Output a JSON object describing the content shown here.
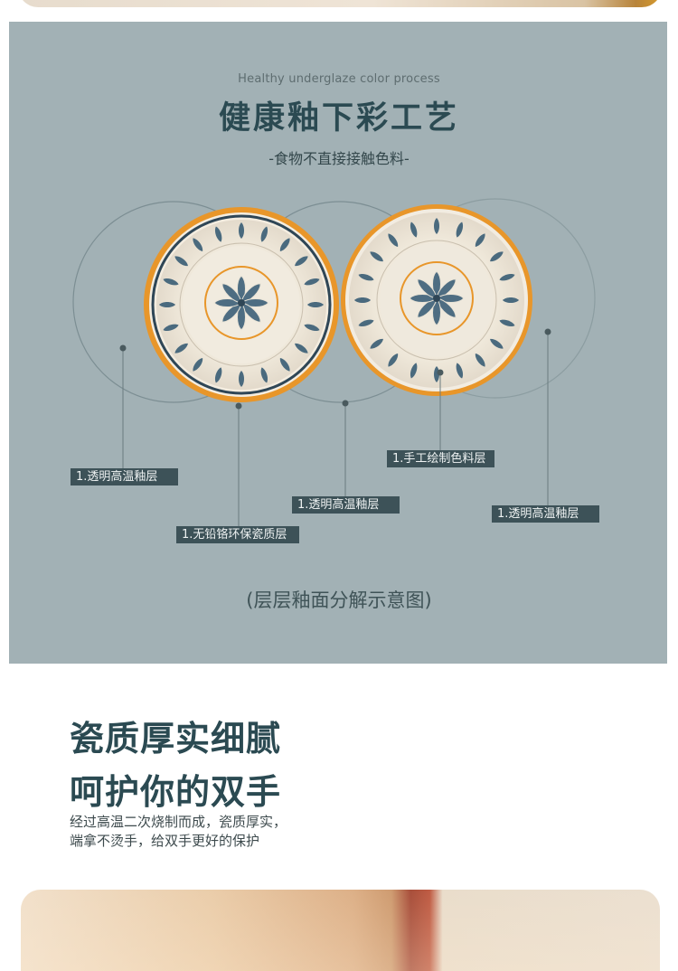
{
  "section1": {
    "subtitle_en": "Healthy underglaze color process",
    "title": "健康釉下彩工艺",
    "subtitle": "-食物不直接接触色料-",
    "labels": [
      "1.透明高温釉层",
      "1.无铅铬环保瓷质层",
      "1.透明高温釉层",
      "1.手工绘制色料层",
      "1.透明高温釉层"
    ],
    "caption": "(层层釉面分解示意图)",
    "colors": {
      "panel_bg": "#a2b1b5",
      "title": "#2b4a52",
      "label_bg": "#3d5258",
      "bowl_rim": "#e89a2a",
      "pattern_blue": "#4a6a7e"
    }
  },
  "section2": {
    "heading_line1": "瓷质厚实细腻",
    "heading_line2": "呵护你的双手",
    "desc_line1": "经过高温二次烧制而成，瓷质厚实，",
    "desc_line2": "端拿不烫手，给双手更好的保护"
  }
}
